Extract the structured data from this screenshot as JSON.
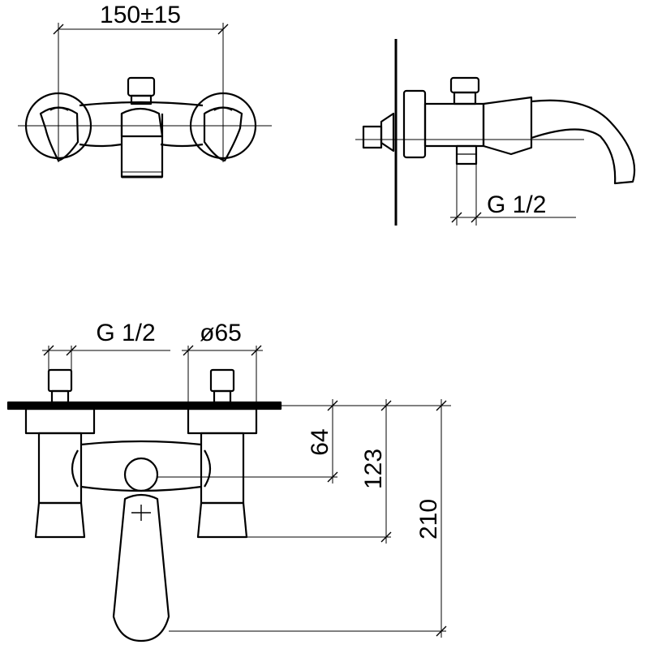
{
  "dimensions": {
    "spacing": "150±15",
    "thread_side": "G 1/2",
    "thread_plan": "G 1/2",
    "diameter": "ø65",
    "height_64": "64",
    "height_123": "123",
    "height_210": "210"
  }
}
